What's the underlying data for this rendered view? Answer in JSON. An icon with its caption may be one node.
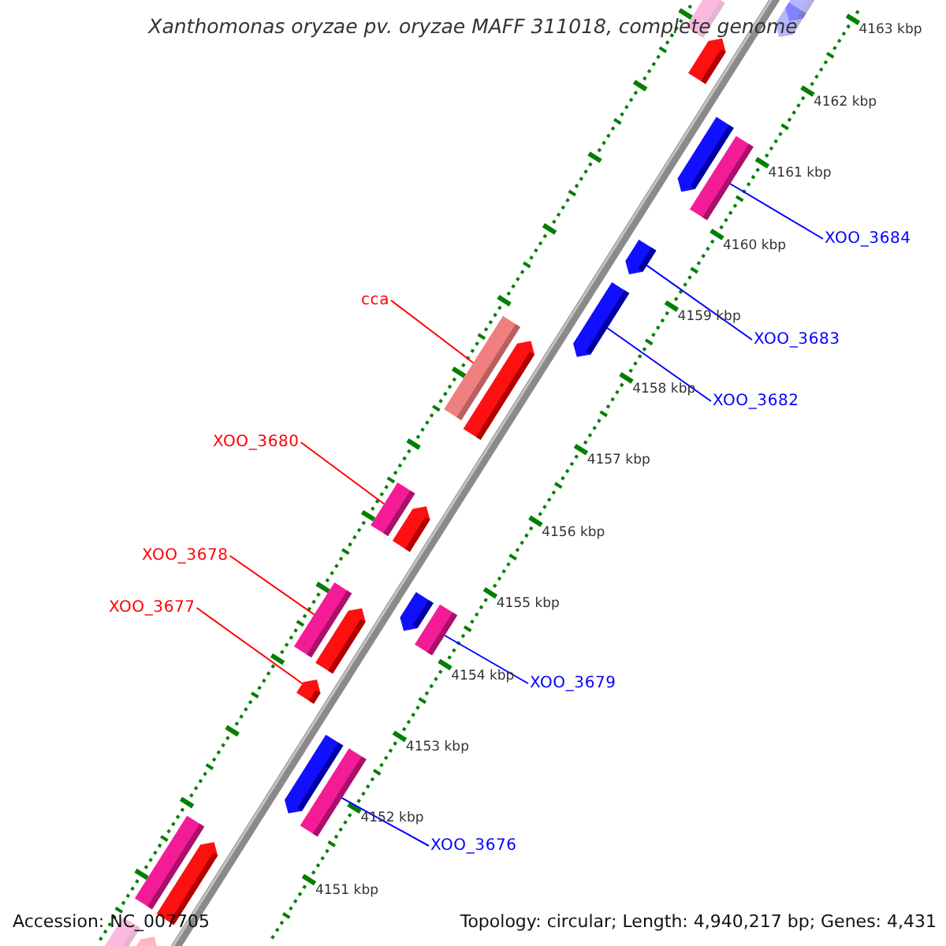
{
  "diagram": {
    "title": "Xanthomonas oryzae pv. oryzae MAFF 311018, complete genome",
    "nodes": [
      {
        "text": [
          "XOO_3684"
        ]
      },
      {
        "text": [
          "cca"
        ]
      },
      {
        "text": [
          "XOO_3683"
        ]
      },
      {
        "text": [
          "XOO_3682"
        ]
      },
      {
        "text": [
          "XOO_3680"
        ]
      },
      {
        "text": [
          "XOO_3678"
        ]
      },
      {
        "text": [
          "XOO_3677"
        ]
      },
      {
        "text": [
          "XOO_3679"
        ]
      },
      {
        "text": [
          "XOO_3676"
        ]
      },
      {
        "text": [],
        "shape": "bar"
      },
      {
        "text": [],
        "shape": "bar"
      },
      {
        "text": [],
        "shape": "bar"
      },
      {
        "text": [],
        "shape": "bar"
      },
      {
        "text": [],
        "shape": "bar"
      },
      {
        "text": [],
        "shape": "bar"
      },
      {
        "text": [],
        "shape": "bar"
      },
      {
        "text": [],
        "shape": "bar"
      },
      {
        "text": [],
        "shape": "bar"
      },
      {
        "text": [],
        "shape": "bar"
      },
      {
        "text": [],
        "shape": "bar"
      },
      {
        "text": [],
        "shape": "bar"
      },
      {
        "text": [],
        "shape": "bar"
      },
      {
        "text": [],
        "shape": "bar"
      },
      {
        "text": [],
        "shape": "bar"
      },
      {
        "text": [],
        "shape": "bar"
      },
      {
        "text": [],
        "shape": "bar"
      },
      {
        "text": [],
        "shape": "bar"
      },
      {
        "text": [],
        "shape": "bar"
      },
      {
        "text": [],
        "shape": "bar"
      },
      {
        "text": [],
        "shape": "bar"
      },
      {
        "text": [],
        "shape": "bar"
      },
      {
        "text": [],
        "shape": "bar"
      }
    ],
    "edges": [
      {
        "from": 0,
        "to": 14,
        "arrow": "none"
      },
      {
        "from": 1,
        "to": 17,
        "arrow": "none",
        "color": "#ff0000"
      },
      {
        "from": 2,
        "to": 15,
        "arrow": "none"
      },
      {
        "from": 3,
        "to": 16,
        "arrow": "none"
      },
      {
        "from": 4,
        "to": 19,
        "arrow": "none",
        "color": "#ff0000"
      },
      {
        "from": 5,
        "to": 23,
        "arrow": "none",
        "color": "#ff0000"
      },
      {
        "from": 6,
        "to": 25,
        "arrow": "none",
        "color": "#ff0000"
      },
      {
        "from": 7,
        "to": 22,
        "arrow": "none"
      },
      {
        "from": 8,
        "to": 27,
        "arrow": "none"
      }
    ],
    "labels": [
      "4163 kbp",
      "4162 kbp",
      "4161 kbp",
      "4160 kbp",
      "4159 kbp",
      "4158 kbp",
      "4157 kbp",
      "4156 kbp",
      "4155 kbp",
      "4154 kbp",
      "4153 kbp",
      "4152 kbp",
      "4151 kbp",
      "Accession: NC_007705",
      "Topology: circular; Length: 4,940,217 bp; Genes: 4,431"
    ]
  }
}
